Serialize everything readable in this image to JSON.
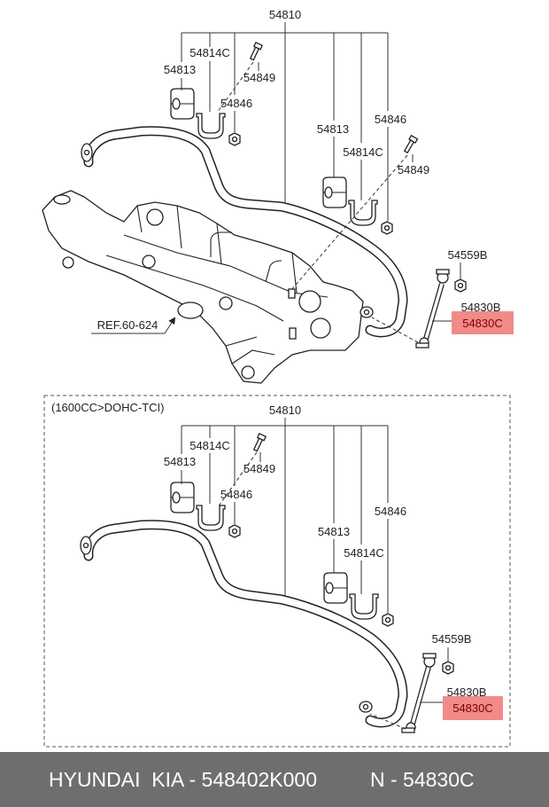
{
  "colors": {
    "highlight_fill": "#f28a8a",
    "highlight_text": "#7a0000",
    "footer_bg": "#6e6e6e",
    "footer_text": "#ffffff"
  },
  "top_diagram": {
    "ref_label": "REF.60-624",
    "labels": {
      "stabilizer_bar": "54810",
      "bracket_left": "54814C",
      "bushing_left": "54813",
      "bolt_left": "54849",
      "nut_left": "54846",
      "bushing_right": "54813",
      "nut_right": "54846",
      "bracket_right": "54814C",
      "bolt_right": "54849",
      "link_nut": "54559B",
      "link_alt": "54830B",
      "link_highlighted": "54830C"
    }
  },
  "bottom_diagram": {
    "condition": "(1600CC>DOHC-TCI)",
    "labels": {
      "stabilizer_bar": "54810",
      "bracket_left": "54814C",
      "bushing_left": "54813",
      "bolt_left": "54849",
      "nut_left": "54846",
      "nut_right": "54846",
      "bushing_right": "54813",
      "bracket_right": "54814C",
      "link_nut": "54559B",
      "link_alt": "54830B",
      "link_highlighted": "54830C"
    }
  },
  "footer": {
    "part_text": "HYUNDAI  KIA - 548402K000",
    "n_text": "N - 54830C"
  }
}
